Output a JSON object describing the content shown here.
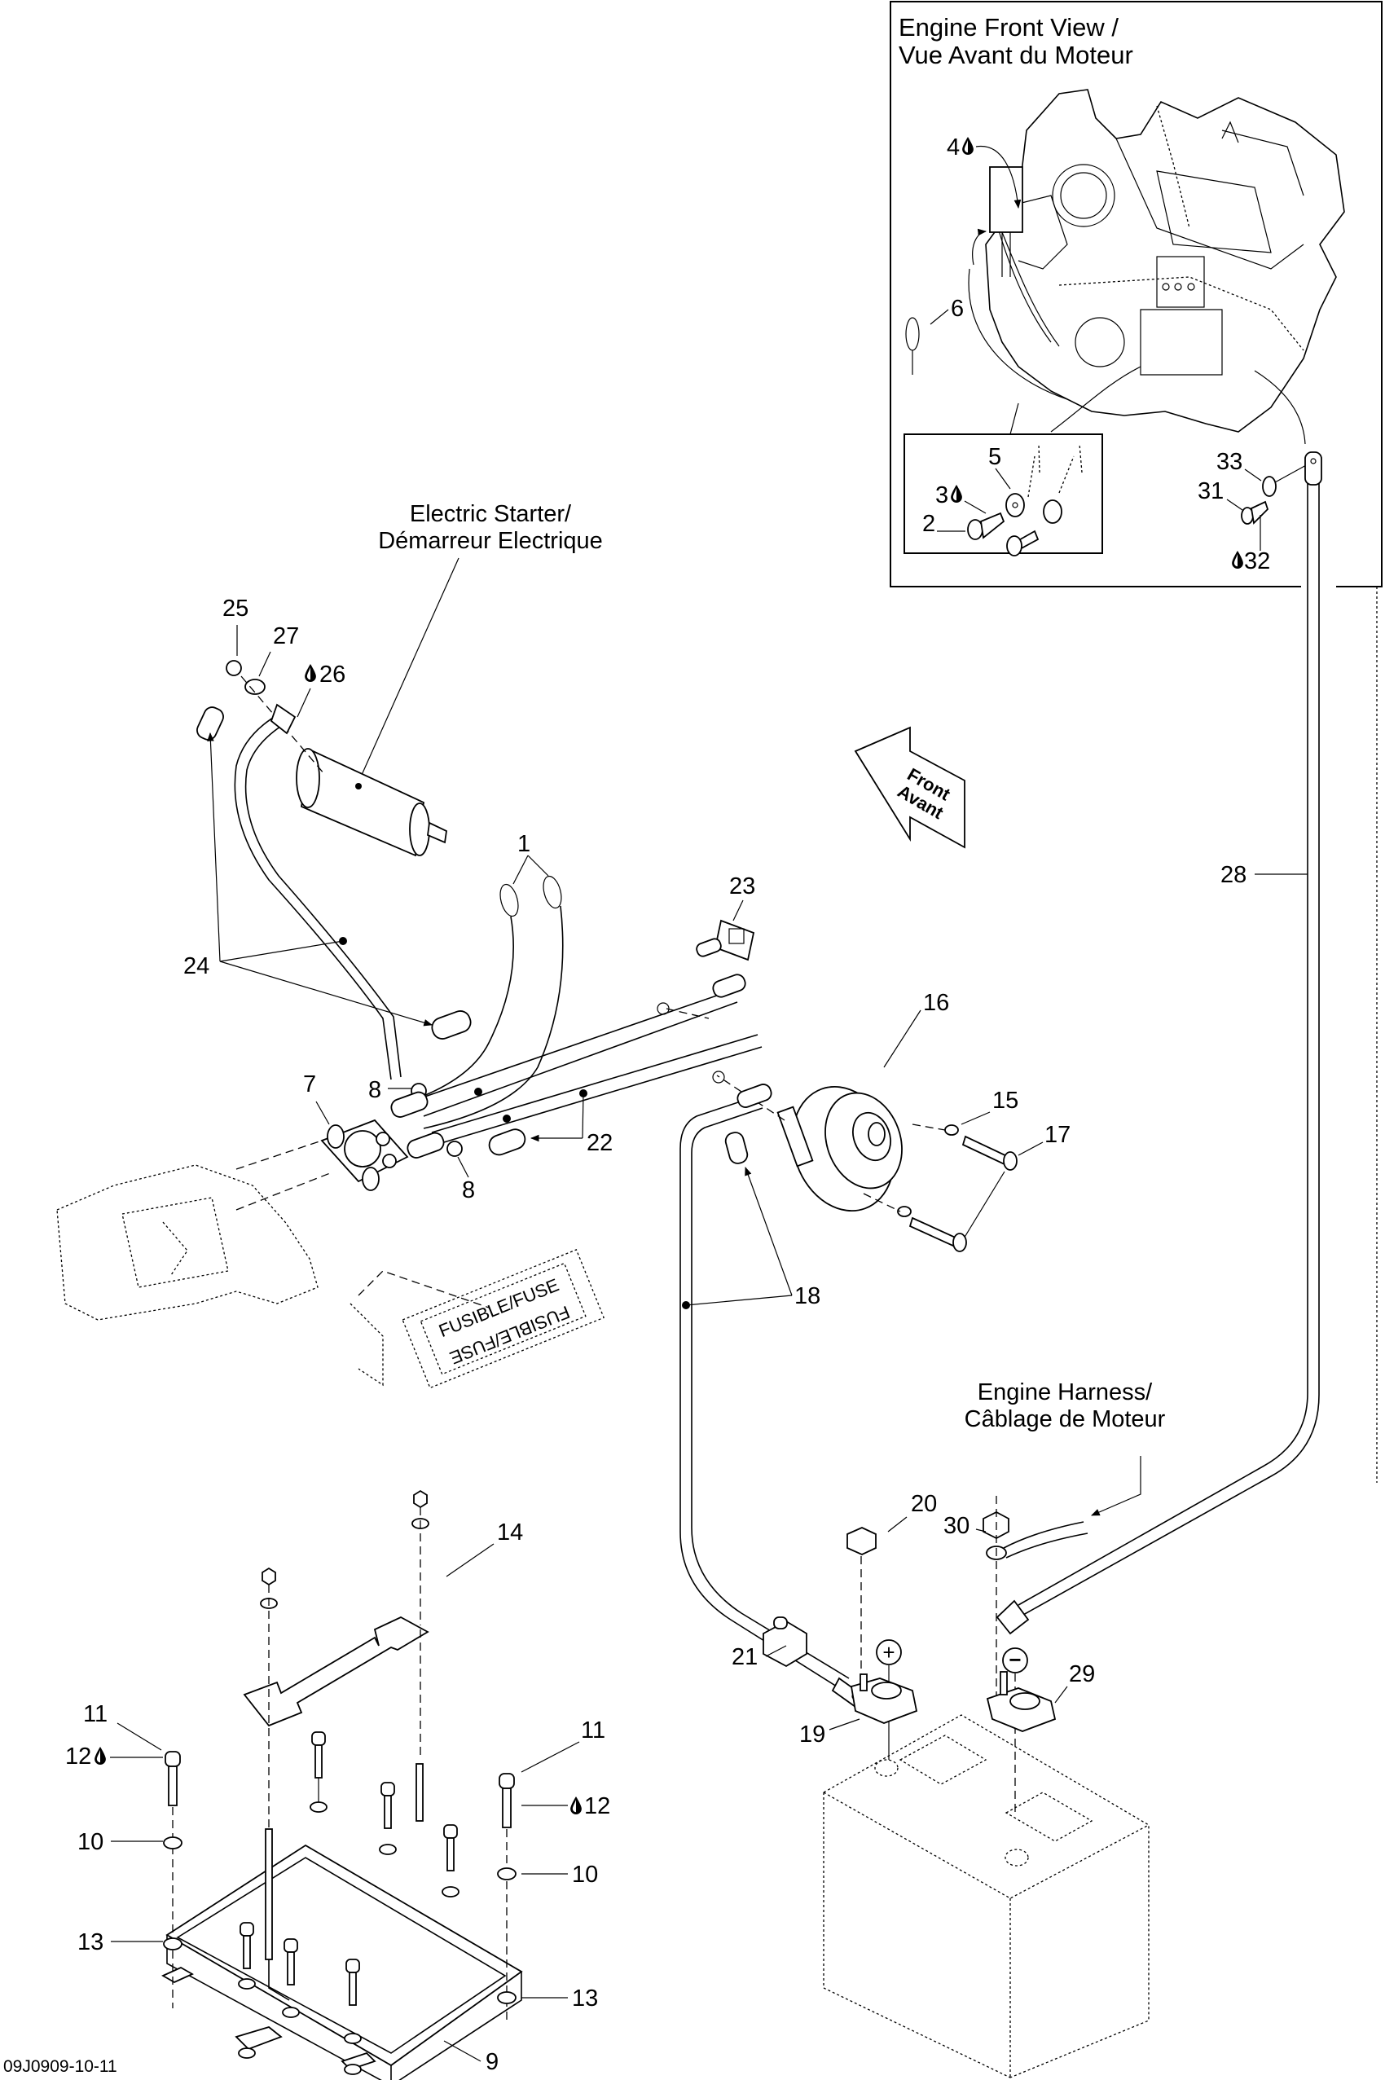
{
  "diagram": {
    "code": "09J0909-10-11",
    "inset": {
      "title_line1": "Engine Front View /",
      "title_line2": "Vue Avant du Moteur"
    },
    "annotations": {
      "starter_line1": "Electric Starter/",
      "starter_line2": "Démarreur Electrique",
      "harness_line1": "Engine Harness/",
      "harness_line2": "Câblage de Moteur",
      "front_line1": "Front",
      "front_line2": "Avant",
      "fuse_text": "FUSIBLE/FUSE",
      "positive": "+",
      "negative": "−"
    },
    "callouts": {
      "c1": "1",
      "c2": "2",
      "c3": "3",
      "c4": "4",
      "c5": "5",
      "c6": "6",
      "c7": "7",
      "c8a": "8",
      "c8b": "8",
      "c9": "9",
      "c10a": "10",
      "c10b": "10",
      "c11a": "11",
      "c11b": "11",
      "c12a": "12",
      "c12b": "12",
      "c13a": "13",
      "c13b": "13",
      "c14": "14",
      "c15": "15",
      "c16": "16",
      "c17": "17",
      "c18": "18",
      "c19": "19",
      "c20": "20",
      "c21": "21",
      "c22": "22",
      "c23": "23",
      "c24": "24",
      "c25": "25",
      "c26": "26",
      "c27": "27",
      "c28": "28",
      "c29": "29",
      "c30": "30",
      "c31": "31",
      "c32": "32",
      "c33": "33"
    },
    "sealant_marked_parts": [
      "3",
      "4",
      "12",
      "26",
      "32"
    ],
    "icons": {
      "sealant": "drop-icon",
      "front_direction": "arrow-icon"
    }
  }
}
